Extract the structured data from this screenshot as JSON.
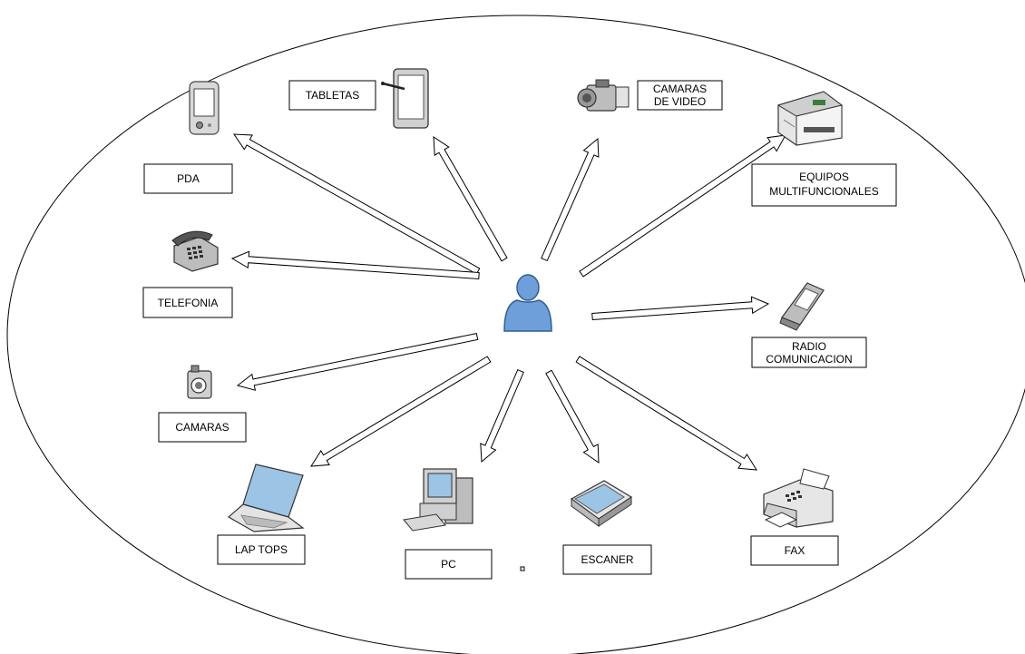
{
  "colors": {
    "stroke": "#000000",
    "arrow_fill": "#ffffff",
    "person_fill": "#6f9fd8",
    "person_stroke": "#2f5f96",
    "icon_gray": "#b8b8b8",
    "icon_dark": "#555555",
    "icon_screen": "#9cc4e4"
  },
  "center": {
    "name": "user",
    "icon": "person-icon"
  },
  "devices": [
    {
      "id": "pda",
      "label": [
        "PDA"
      ],
      "icon": "pda-icon"
    },
    {
      "id": "tabletas",
      "label": [
        "TABLETAS"
      ],
      "icon": "tablet-icon"
    },
    {
      "id": "camaras-video",
      "label": [
        "CAMARAS",
        "DE VIDEO"
      ],
      "icon": "video-camera-icon"
    },
    {
      "id": "equipos-multifuncionales",
      "label": [
        "EQUIPOS",
        "MULTIFUNCIONALES"
      ],
      "icon": "multifunction-printer-icon"
    },
    {
      "id": "telefonia",
      "label": [
        "TELEFONIA"
      ],
      "icon": "telephone-icon"
    },
    {
      "id": "radio-comunicacion",
      "label": [
        "RADIO",
        "COMUNICACION"
      ],
      "icon": "radio-phone-icon"
    },
    {
      "id": "camaras",
      "label": [
        "CAMARAS"
      ],
      "icon": "camera-icon"
    },
    {
      "id": "lap-tops",
      "label": [
        "LAP TOPS"
      ],
      "icon": "laptop-icon"
    },
    {
      "id": "pc",
      "label": [
        "PC"
      ],
      "icon": "desktop-pc-icon"
    },
    {
      "id": "escaner",
      "label": [
        "ESCANER"
      ],
      "icon": "scanner-icon"
    },
    {
      "id": "fax",
      "label": [
        "FAX"
      ],
      "icon": "fax-icon"
    }
  ]
}
